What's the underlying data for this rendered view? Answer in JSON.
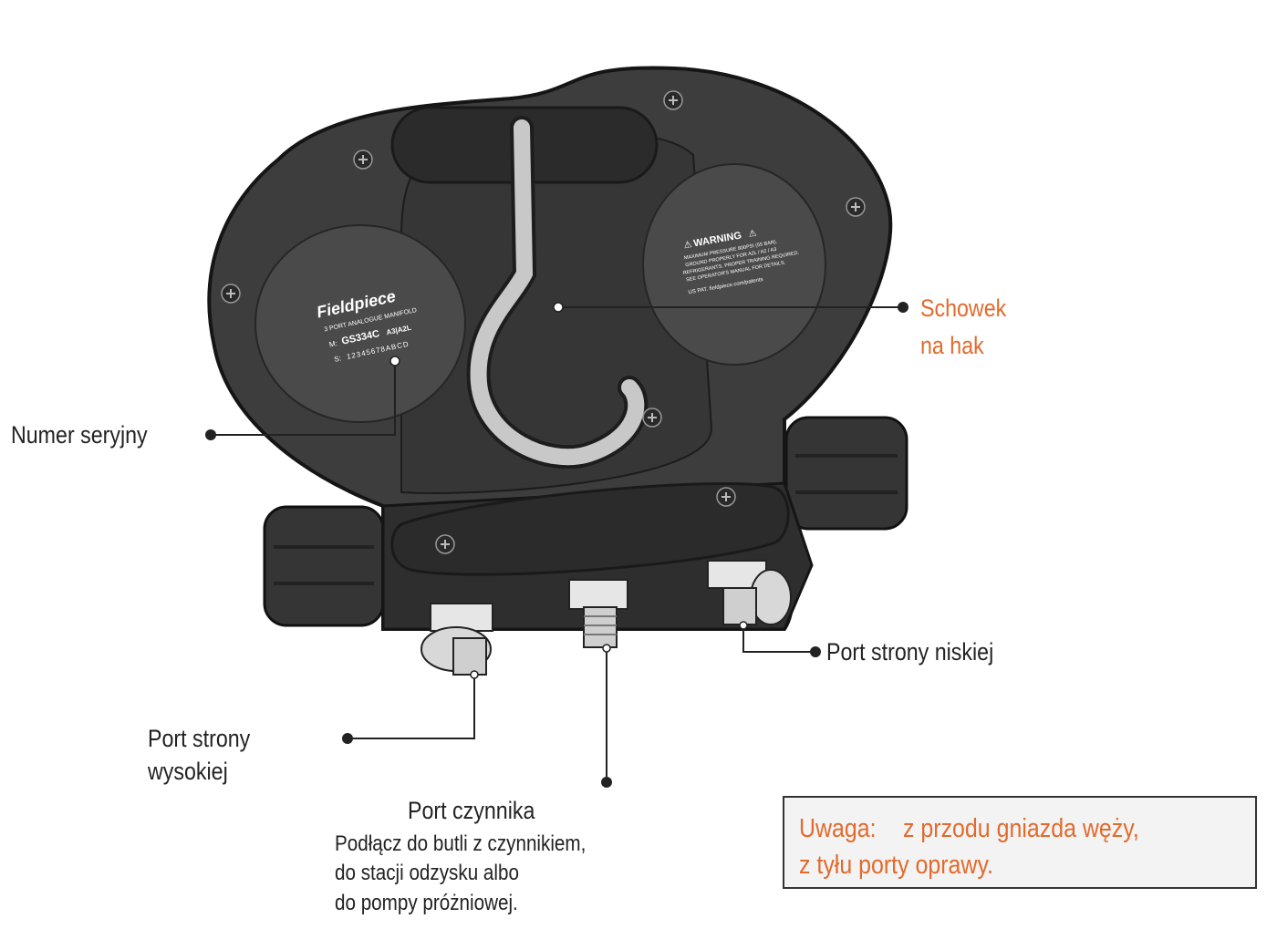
{
  "device": {
    "brand": "Fieldpiece",
    "model_desc": "3 PORT ANALOGUE MANIFOLD",
    "model_prefix": "M:",
    "model": "GS334C",
    "refrigerant_class": "A3|A2L",
    "serial_prefix": "S:",
    "serial": "12345678ABCD",
    "warning_title": "WARNING",
    "warning_lines": [
      "MAXIMUM PRESSURE 800PSI (55 BAR).",
      "GROUND PROPERLY FOR A2L / A2 / A3",
      "REFRIGERANTS. PROPER TRAINING REQUIRED.",
      "SEE OPERATOR'S MANUAL FOR DETAILS."
    ],
    "patent_line": "US PAT. fieldpiece.com/patents"
  },
  "labels": {
    "hook_storage_line1": "Schowek",
    "hook_storage_line2": "na hak",
    "serial_number": "Numer seryjny",
    "low_side_port": "Port strony niskiej",
    "high_side_port_line1": "Port strony",
    "high_side_port_line2": "wysokiej",
    "refrigerant_port_title": "Port czynnika",
    "refrigerant_port_desc_line1": "Podłącz do butli z czynnikiem,",
    "refrigerant_port_desc_line2": "do stacji odzysku albo",
    "refrigerant_port_desc_line3": "do pompy próżniowej."
  },
  "note": {
    "prefix": "Uwaga:",
    "line1": "z przodu gniazda węży,",
    "line2": "z tyłu porty oprawy."
  },
  "colors": {
    "accent": "#e26a2c",
    "body": "#3d3d3d",
    "body_dark": "#2e2e2e",
    "leader": "#222222"
  }
}
